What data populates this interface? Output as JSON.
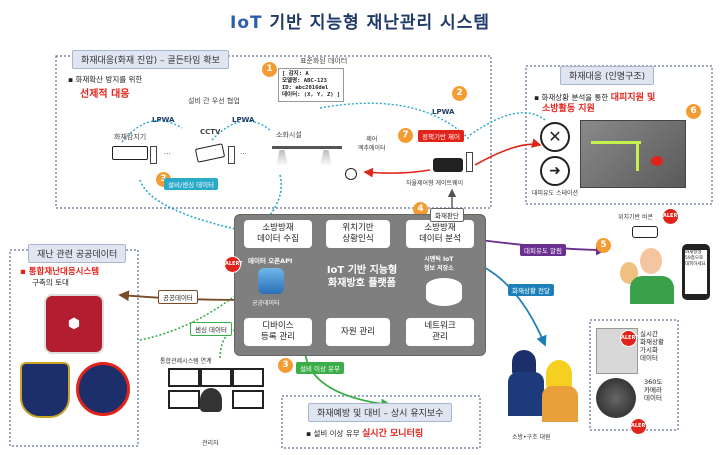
{
  "title": {
    "prefix": "IoT",
    "rest": " 기반 지능형 재난관리 시스템"
  },
  "sections": {
    "top_left": "화재대응(화재 진압) – 골든타임 확보",
    "top_right": "화재대응 (인명구조)",
    "left": "재난 관련 공공데이터",
    "bottom": "화재예방 및 대비 – 상시 유지보수"
  },
  "top_left_bullet": {
    "line1": "화재확산 방지를 위한",
    "highlight": "선제적 대응"
  },
  "top_right_bullet": {
    "line1": "화재상황 분석을 통한",
    "highlight1": "대피지원 및",
    "highlight2": "소방활동 지원"
  },
  "left_bullet": {
    "highlight": "통합재난대응시스템",
    "line2": "구축의 토대"
  },
  "bottom_bullet": {
    "prefix": "설비 이상 유무",
    "highlight": "실시간 모니터링"
  },
  "labels": {
    "inter_device": "설비 간 우선 협업",
    "standard_data": "표준화된 데이터",
    "fire_detector": "화재감지기",
    "cctv": "CCTV",
    "sprinkler": "소화시설",
    "lpwa1": "LPWA",
    "lpwa2": "LPWA",
    "lpwa3": "LPWA",
    "control_actuator": "제어\n액추에이터",
    "policy_control": "정책기반 제어",
    "gateway": "자율제어형 게이트웨이",
    "evac_station": "대피유도 스테이션",
    "beacon": "위치기반 비콘",
    "fire_judge": "화재판단",
    "evac_alarm": "대피유도 알림",
    "situation_relay": "화재상황 전달",
    "facility_sensing": "설비/센싱 데이터",
    "public_data": "공공데이터",
    "sensing_data": "센싱 데이터",
    "facility_status": "설비 이상 유무",
    "integrated_control": "통합관제시스템 연계",
    "manager": "관리자",
    "firefighter": "소방•구조 대원",
    "phone_text": "화재발생 59층으로 대피하세요",
    "realtime_vis": "실시간\n화재상황\n가시화\n데이터",
    "cam360": "360도\n카메라\n데이터",
    "alert_tag": "ALERT"
  },
  "code_sample": "[ 감지: A\n모델명: ABC-123\nID: abc2016del\n데이터: (X, Y, Z) ]",
  "platform": {
    "boxes": {
      "collect": "소방방재\n데이터 수집",
      "location": "위치기반\n상황인식",
      "analysis": "소방방재\n데이터 분석",
      "device": "디바이스\n등록 관리",
      "resource": "자원 관리",
      "network": "네트워크\n관리"
    },
    "center": "IoT 기반 지능형\n화재방호 플랫폼",
    "open_api": "데이터 오픈API",
    "public_db": "공공데이터",
    "semantic": "시맨틱 IoT\n정보 저장소"
  },
  "numbers": [
    "1",
    "2",
    "3",
    "4",
    "5",
    "6",
    "7",
    "3"
  ],
  "colors": {
    "orange": "#f39c33",
    "red": "#e2231a",
    "navy": "#1f3a68",
    "teal": "#2aa9c9",
    "green": "#3cae49",
    "purple": "#6b2f8f",
    "blue_arrow": "#1e7fb8",
    "brown": "#7a4a2a"
  }
}
